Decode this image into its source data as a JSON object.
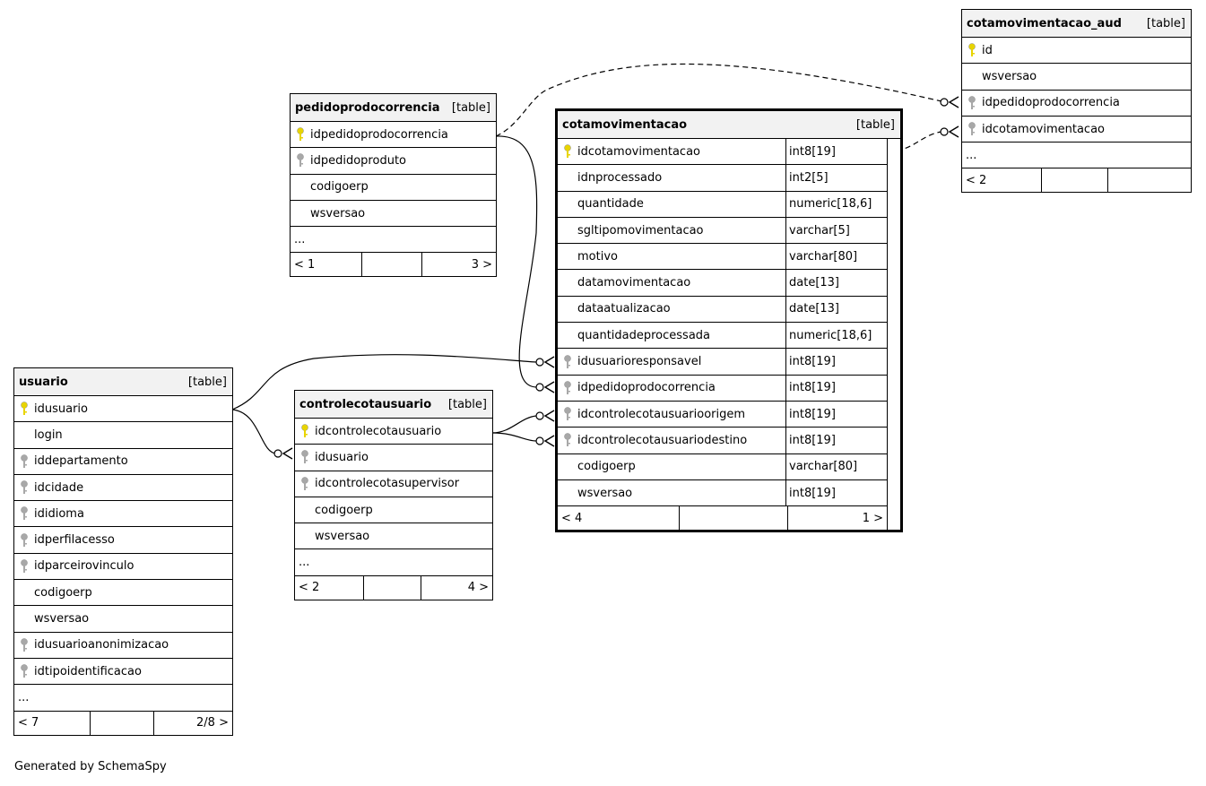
{
  "tables": {
    "cotamovimentacao_aud": {
      "name": "cotamovimentacao_aud",
      "kind": "[table]",
      "columns": [
        {
          "name": "id",
          "key": "pk"
        },
        {
          "name": "wsversao",
          "key": ""
        },
        {
          "name": "idpedidoprodocorrencia",
          "key": "fk"
        },
        {
          "name": "idcotamovimentacao",
          "key": "fk"
        }
      ],
      "more": "...",
      "footer": [
        "< 2",
        "",
        ""
      ]
    },
    "pedidoprodocorrencia": {
      "name": "pedidoprodocorrencia",
      "kind": "[table]",
      "columns": [
        {
          "name": "idpedidoprodocorrencia",
          "key": "pk"
        },
        {
          "name": "idpedidoproduto",
          "key": "fk"
        },
        {
          "name": "codigoerp",
          "key": ""
        },
        {
          "name": "wsversao",
          "key": ""
        }
      ],
      "more": "...",
      "footer": [
        "< 1",
        "",
        "3 >"
      ]
    },
    "cotamovimentacao": {
      "name": "cotamovimentacao",
      "kind": "[table]",
      "columns": [
        {
          "name": "idcotamovimentacao",
          "type": "int8[19]",
          "key": "pk"
        },
        {
          "name": "idnprocessado",
          "type": "int2[5]",
          "key": ""
        },
        {
          "name": "quantidade",
          "type": "numeric[18,6]",
          "key": ""
        },
        {
          "name": "sgltipomovimentacao",
          "type": "varchar[5]",
          "key": ""
        },
        {
          "name": "motivo",
          "type": "varchar[80]",
          "key": ""
        },
        {
          "name": "datamovimentacao",
          "type": "date[13]",
          "key": ""
        },
        {
          "name": "dataatualizacao",
          "type": "date[13]",
          "key": ""
        },
        {
          "name": "quantidadeprocessada",
          "type": "numeric[18,6]",
          "key": ""
        },
        {
          "name": "idusuarioresponsavel",
          "type": "int8[19]",
          "key": "fk"
        },
        {
          "name": "idpedidoprodocorrencia",
          "type": "int8[19]",
          "key": "fk"
        },
        {
          "name": "idcontrolecotausuarioorigem",
          "type": "int8[19]",
          "key": "fk"
        },
        {
          "name": "idcontrolecotausuariodestino",
          "type": "int8[19]",
          "key": "fk"
        },
        {
          "name": "codigoerp",
          "type": "varchar[80]",
          "key": ""
        },
        {
          "name": "wsversao",
          "type": "int8[19]",
          "key": ""
        }
      ],
      "footer": [
        "< 4",
        "",
        "1 >"
      ]
    },
    "usuario": {
      "name": "usuario",
      "kind": "[table]",
      "columns": [
        {
          "name": "idusuario",
          "key": "pk"
        },
        {
          "name": "login",
          "key": ""
        },
        {
          "name": "iddepartamento",
          "key": "fk"
        },
        {
          "name": "idcidade",
          "key": "fk"
        },
        {
          "name": "ididioma",
          "key": "fk"
        },
        {
          "name": "idperfilacesso",
          "key": "fk"
        },
        {
          "name": "idparceirovinculo",
          "key": "fk"
        },
        {
          "name": "codigoerp",
          "key": ""
        },
        {
          "name": "wsversao",
          "key": ""
        },
        {
          "name": "idusuarioanonimizacao",
          "key": "fk"
        },
        {
          "name": "idtipoidentificacao",
          "key": "fk"
        }
      ],
      "more": "...",
      "footer": [
        "< 7",
        "",
        "2/8 >"
      ]
    },
    "controlecotausuario": {
      "name": "controlecotausuario",
      "kind": "[table]",
      "columns": [
        {
          "name": "idcontrolecotausuario",
          "key": "pk"
        },
        {
          "name": "idusuario",
          "key": "fk"
        },
        {
          "name": "idcontrolecotasupervisor",
          "key": "fk"
        },
        {
          "name": "codigoerp",
          "key": ""
        },
        {
          "name": "wsversao",
          "key": ""
        }
      ],
      "more": "...",
      "footer": [
        "< 2",
        "",
        "4 >"
      ]
    }
  },
  "colors": {
    "pk_key": "#e8d400",
    "fk_key": "#a8a8a8",
    "header_bg": "#f2f2f2"
  },
  "generated_by": "Generated by SchemaSpy"
}
